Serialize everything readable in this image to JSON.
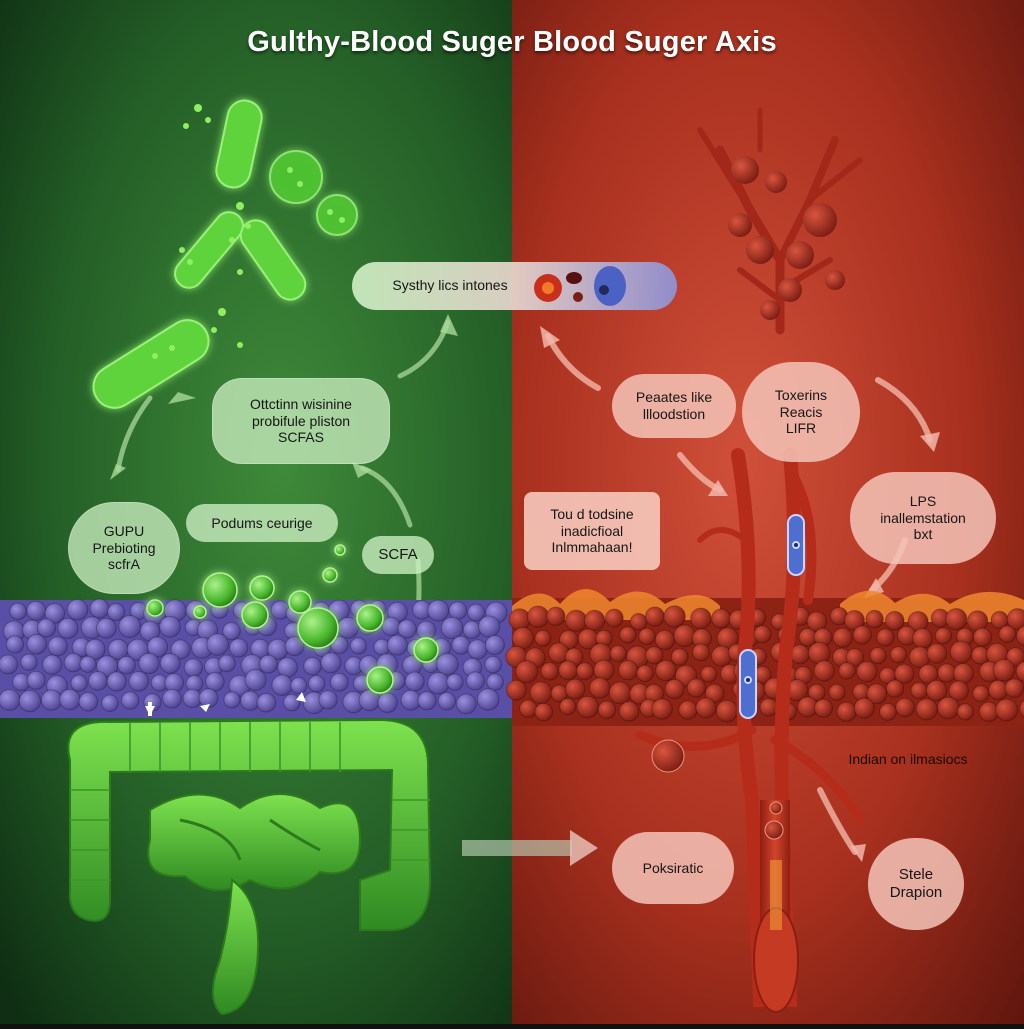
{
  "title": "Gulthy-Blood Suger Blood Suger Axis",
  "colors": {
    "healthy_bg": "#1f5a25",
    "disease_bg": "#a8301e",
    "microbe_green": "#5fd33a",
    "intestine_green": "#5cc43a",
    "barrier_purple": "#6a5fb8",
    "tissue_red": "#b8321f",
    "vessel_red": "#c2371e",
    "label_fill_green": "#cdf0c3",
    "label_fill_red": "#fad0c4"
  },
  "labels": {
    "center_top": "Systhy lics intones",
    "green_mid": [
      "Ottctinn wisinine",
      "probifule pliston",
      "SCFAS"
    ],
    "green_left": [
      "GUPU",
      "Prebioting",
      "scfrA"
    ],
    "green_pill": "Podums ceurige",
    "green_scfa": "SCFA",
    "red_left_bubble": [
      "Peaates like",
      "llloodstion"
    ],
    "red_toxins": [
      "Toxerins",
      "Reacis",
      "LIFR"
    ],
    "red_lps": [
      "LPS",
      "inallemstation",
      "bxt"
    ],
    "red_warning": [
      "Tou d todsine",
      "inadicfioal",
      "Inlmmahaan!"
    ],
    "red_inflam": "Indian on ilmasiocs",
    "red_bottom_left": "Poksiratic",
    "red_bottom_right": [
      "Stele",
      "Drapion"
    ]
  },
  "icons": {
    "bacteria": "bacteria-icon",
    "intestine": "intestine-icon",
    "blood_vessel": "blood-vessel-icon",
    "arrow": "arrow-icon"
  }
}
